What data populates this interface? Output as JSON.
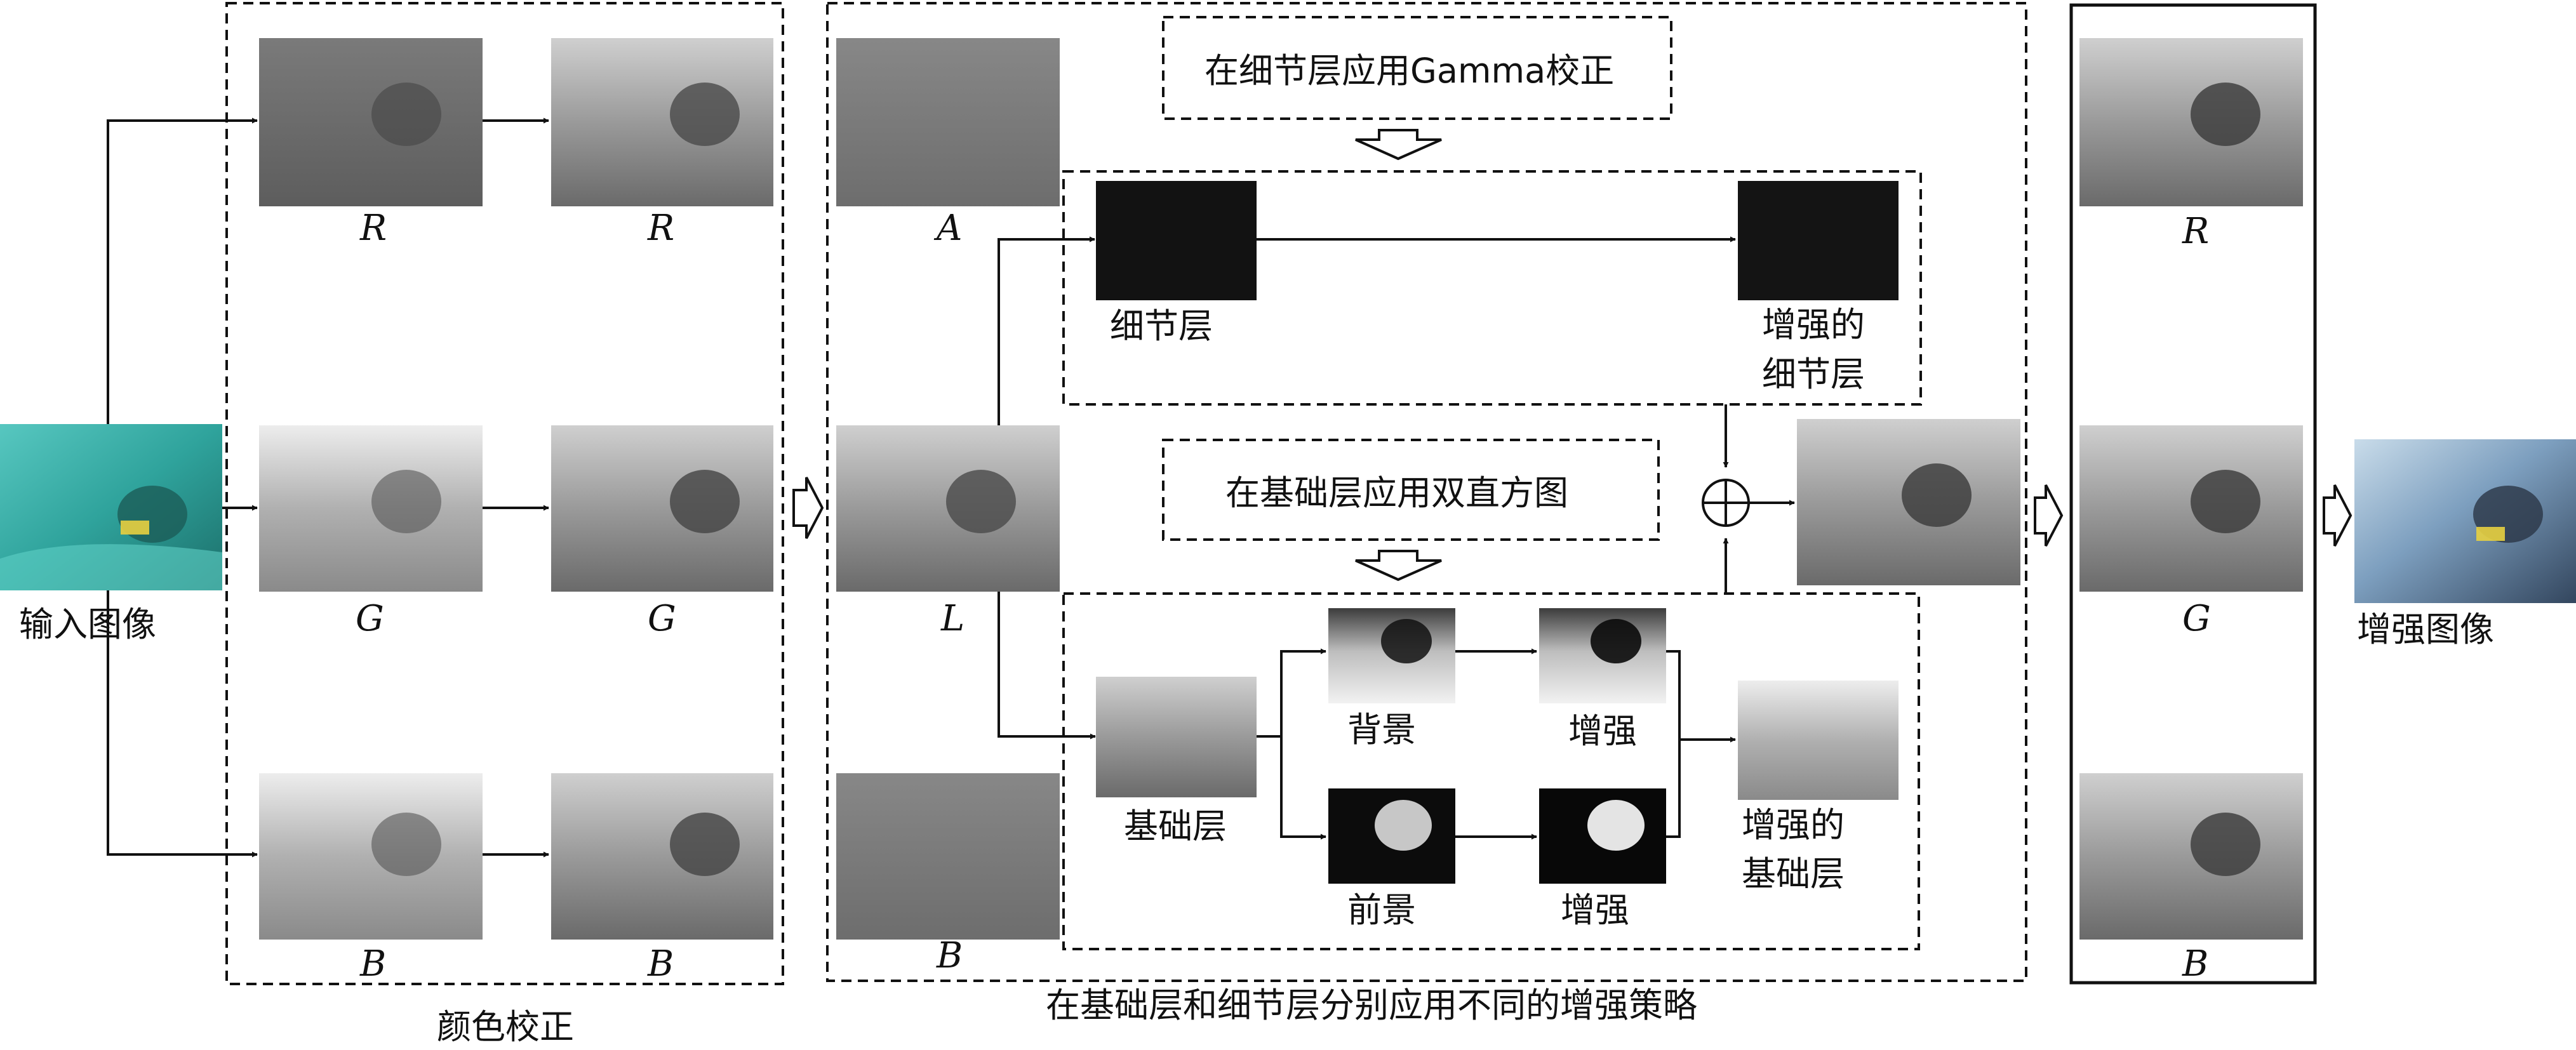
{
  "input_label": "输入图像",
  "output_label": "增强图像",
  "color_correction_caption": "颜色校正",
  "strategy_caption": "在基础层和细节层分别应用不同的增强策略",
  "channel_labels": {
    "r": "R",
    "g": "G",
    "b": "B",
    "a": "A",
    "l": "L"
  },
  "gamma_note": "在细节层应用Gamma校正",
  "histogram_note": "在基础层应用双直方图",
  "detail_layer": "细节层",
  "enhanced_detail_line1": "增强的",
  "enhanced_detail_line2": "细节层",
  "base_layer": "基础层",
  "background": "背景",
  "foreground": "前景",
  "enhance_top": "增强",
  "enhance_bottom": "增强",
  "enhanced_base_line1": "增强的",
  "enhanced_base_line2": "基础层",
  "colors": {
    "line": "#111111",
    "input_teal": "#2fa39c",
    "output_blue": "#6f8fb0"
  }
}
